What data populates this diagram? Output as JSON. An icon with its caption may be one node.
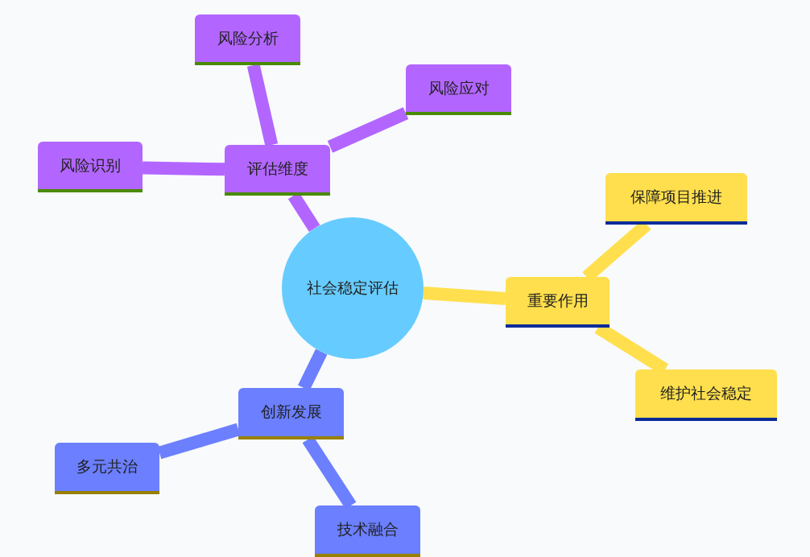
{
  "diagram": {
    "nodes": [
      {
        "text": [
          "社会稳定评估"
        ]
      },
      {
        "text": [
          "评估维度"
        ]
      },
      {
        "text": [
          "风险分析"
        ]
      },
      {
        "text": [
          "风险应对"
        ]
      },
      {
        "text": [
          "风险识别"
        ]
      },
      {
        "text": [
          "重要作用"
        ]
      },
      {
        "text": [
          "保障项目推进"
        ]
      },
      {
        "text": [
          "维护社会稳定"
        ]
      },
      {
        "text": [
          "创新发展"
        ]
      },
      {
        "text": [
          "多元共治"
        ]
      },
      {
        "text": [
          "技术融合"
        ]
      }
    ],
    "edges": [
      {
        "from": 0,
        "to": 1,
        "arrow": "none",
        "color": "#b266ff"
      },
      {
        "from": 1,
        "to": 2,
        "arrow": "none",
        "color": "#b266ff"
      },
      {
        "from": 1,
        "to": 3,
        "arrow": "none",
        "color": "#b266ff"
      },
      {
        "from": 1,
        "to": 4,
        "arrow": "none",
        "color": "#b266ff"
      },
      {
        "from": 0,
        "to": 5,
        "arrow": "none",
        "color": "#ffdf4d"
      },
      {
        "from": 5,
        "to": 6,
        "arrow": "none",
        "color": "#ffdf4d"
      },
      {
        "from": 5,
        "to": 7,
        "arrow": "none",
        "color": "#ffdf4d"
      },
      {
        "from": 0,
        "to": 8,
        "arrow": "none",
        "color": "#6b7fff"
      },
      {
        "from": 8,
        "to": 9,
        "arrow": "none",
        "color": "#6b7fff"
      },
      {
        "from": 8,
        "to": 10,
        "arrow": "none",
        "color": "#6b7fff"
      }
    ]
  }
}
